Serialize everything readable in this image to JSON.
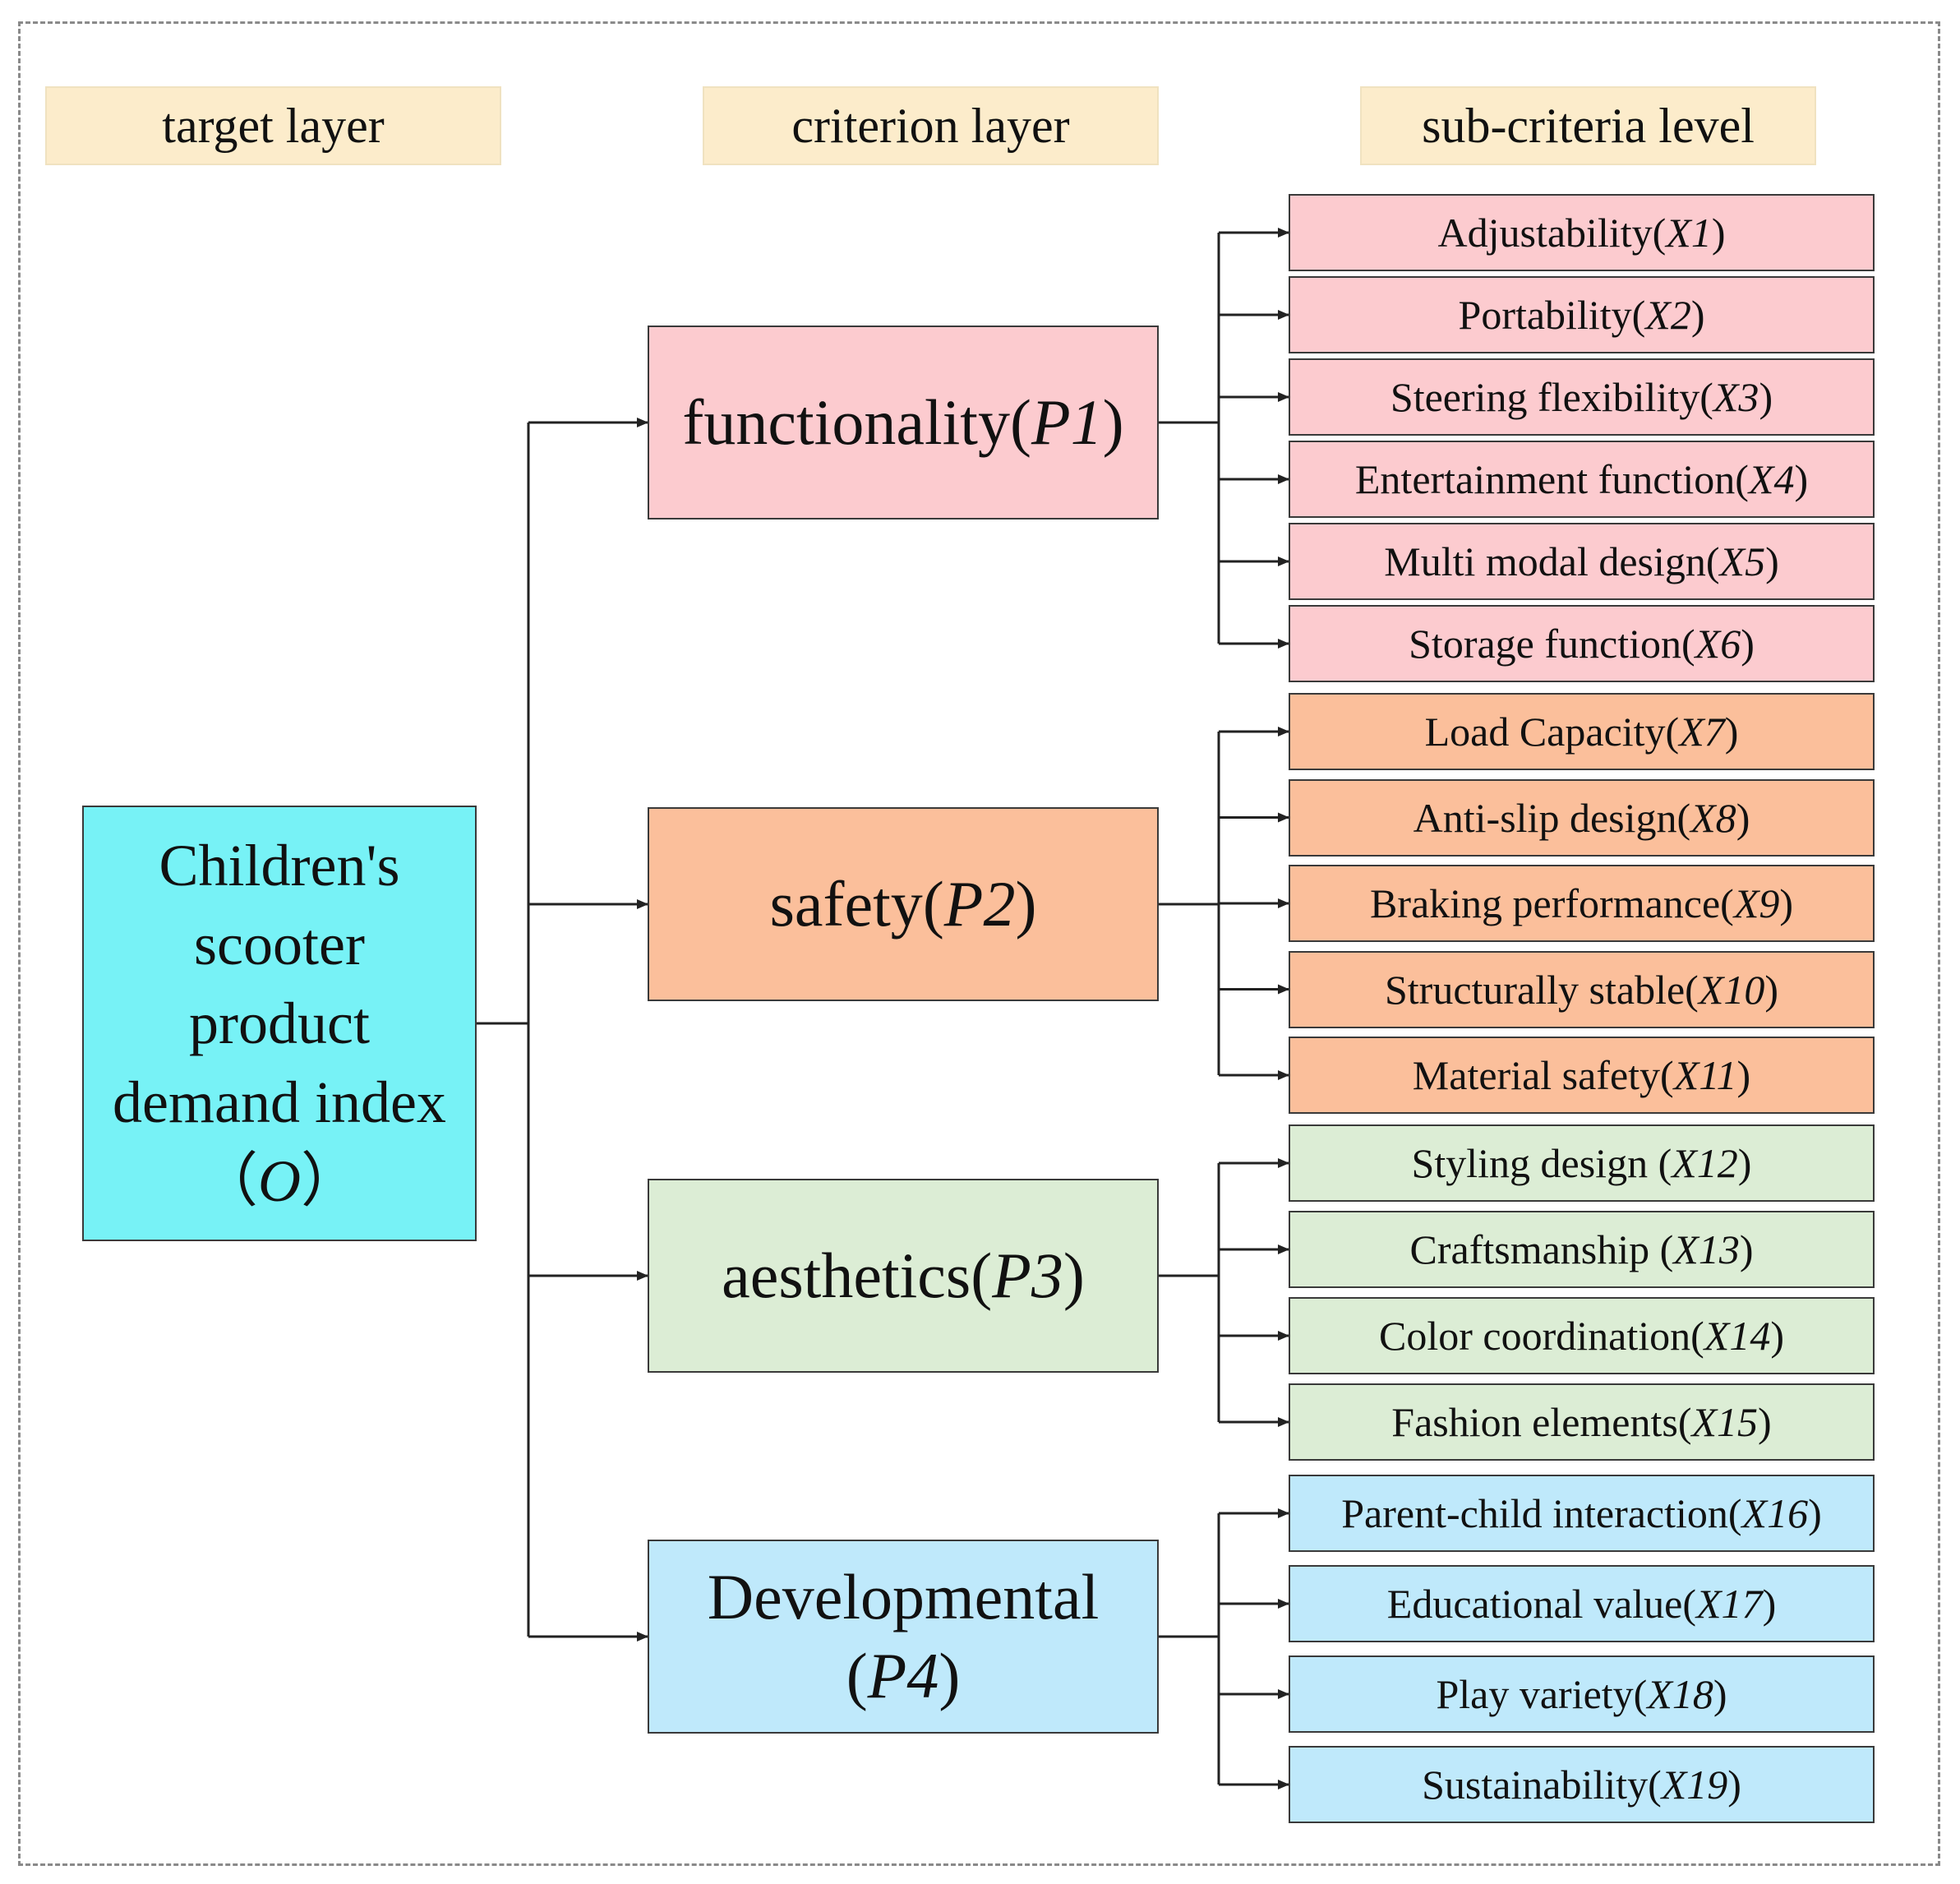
{
  "headers": {
    "target": "target layer",
    "criterion": "criterion layer",
    "subcriteria": "sub-criteria level"
  },
  "goal": {
    "lines": [
      "Children's",
      "scooter",
      "product",
      "demand index"
    ],
    "code_open": "（",
    "code": "O",
    "code_close": "）",
    "color": "#77f2f6"
  },
  "criteria": [
    {
      "name": "functionality",
      "code": "P1",
      "color": "#fccbcf",
      "subs": [
        {
          "name": "Adjustability",
          "code": "X1"
        },
        {
          "name": "Portability",
          "code": "X2"
        },
        {
          "name": "Steering flexibility",
          "code": "X3"
        },
        {
          "name": "Entertainment function",
          "code": "X4"
        },
        {
          "name": "Multi modal design",
          "code": "X5"
        },
        {
          "name": "Storage function",
          "code": "X6"
        }
      ]
    },
    {
      "name": "safety",
      "code": "P2",
      "color": "#fbbf9b",
      "subs": [
        {
          "name": "Load Capacity",
          "code": "X7"
        },
        {
          "name": "Anti-slip design",
          "code": "X8"
        },
        {
          "name": "Braking performance",
          "code": "X9"
        },
        {
          "name": "Structurally stable",
          "code": "X10"
        },
        {
          "name": "Material safety",
          "code": "X11"
        }
      ]
    },
    {
      "name": "aesthetics",
      "code": "P3",
      "color": "#dcedd5",
      "subs": [
        {
          "name": "Styling design ",
          "code": "X12"
        },
        {
          "name": "Craftsmanship ",
          "code": "X13"
        },
        {
          "name": "Color coordination",
          "code": "X14"
        },
        {
          "name": "Fashion elements",
          "code": "X15"
        }
      ]
    },
    {
      "name": "Developmental",
      "code": "P4",
      "color": "#bfe9fb",
      "subs": [
        {
          "name": "Parent-child interaction",
          "code": "X16"
        },
        {
          "name": "Educational value",
          "code": "X17"
        },
        {
          "name": "Play variety",
          "code": "X18"
        },
        {
          "name": "Sustainability",
          "code": "X19"
        }
      ]
    }
  ],
  "colors": {
    "header_bg": "#fceccb",
    "line": "#222222"
  }
}
